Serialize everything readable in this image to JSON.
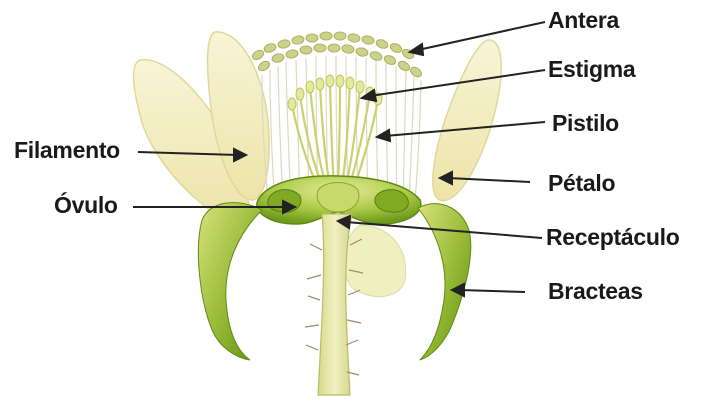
{
  "diagram": {
    "labels": {
      "antera": "Antera",
      "estigma": "Estigma",
      "pistilo": "Pistilo",
      "filamento": "Filamento",
      "petalo": "Pétalo",
      "ovulo": "Óvulo",
      "receptaculo": "Receptáculo",
      "bracteas": "Bracteas"
    },
    "colors": {
      "petal": "#f5f0c8",
      "petal_edge": "#e3d99a",
      "green_dark": "#6f9a1c",
      "green_mid": "#9cc23a",
      "green_light": "#d4e07a",
      "stem": "#e6e7a6",
      "anther": "#c9d18a",
      "arrow": "#222222",
      "text": "#1a1a1a"
    }
  }
}
